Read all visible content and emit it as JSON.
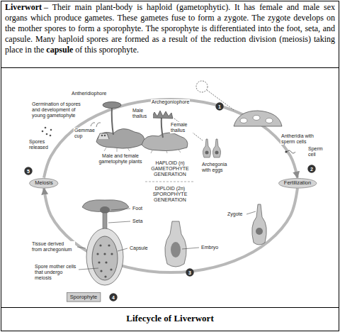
{
  "diagram": {
    "caption": "Lifecycle of Liverwort",
    "nodes": [
      {
        "text": [
          "Meiosis"
        ]
      },
      {
        "text": [
          "Fertilization"
        ]
      },
      {
        "text": [
          "Sporophyte"
        ]
      },
      {
        "text": [
          "1"
        ]
      },
      {
        "text": [
          "2"
        ]
      },
      {
        "text": [
          "3"
        ]
      },
      {
        "text": [
          "4"
        ]
      },
      {
        "text": [
          "5"
        ]
      }
    ],
    "edges": [
      {
        "from": 0,
        "to": 1,
        "arrow": "to"
      },
      {
        "from": 1,
        "to": 0,
        "arrow": "to"
      }
    ],
    "labels": [
      "Liverwort",
      "– Their main plant-body is haploid (gametophytic). It has female and male sex organs which produce gametes. These gametes fuse to form a zygote. The zygote develops on the mother spores to form a sporophyte. The sporophyte is differentiated into the foot, seta, and capsule. Many haploid spores are formed as a result of the reduction division (meiosis) taking place in the",
      "capsule",
      "of this sporophyte.",
      "Antheridiophore",
      "Archegoniophore",
      "Male thallus",
      "Germination of spores and development of young gametophyte",
      "Gemmae cup",
      "Female thallus",
      "Male and female gametophyte plants",
      "Antheridia with sperm cells",
      "Spores released",
      "Sperm cell",
      "HAPLOID (n) GAMETOPHYTE GENERATION",
      "Archegonia with eggs",
      "DIPLOID (2n) SPOROPHYTE GENERATION",
      "Foot",
      "Seta",
      "Tissue derived from archegonium",
      "Capsule",
      "Embryo",
      "Zygote",
      "Spore mother cells that undergo meiosis"
    ]
  }
}
